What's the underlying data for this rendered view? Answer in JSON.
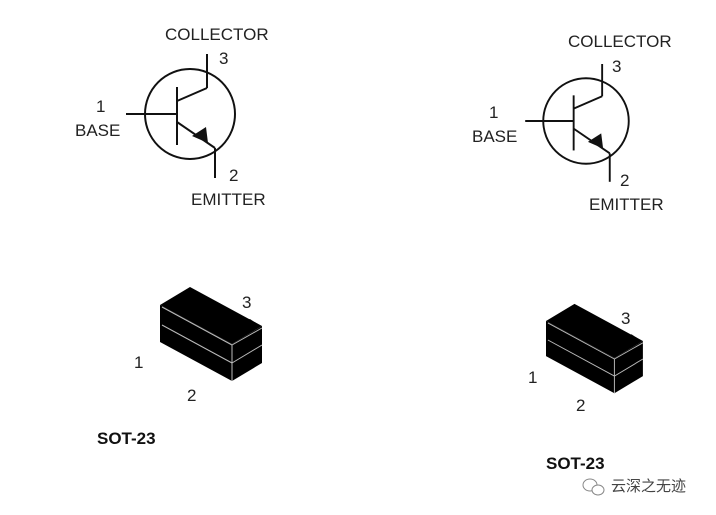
{
  "left": {
    "collector_label": "COLLECTOR",
    "collector_pin": "3",
    "base_pin": "1",
    "base_label": "BASE",
    "emitter_pin": "2",
    "emitter_label": "EMITTER",
    "package_pins": [
      "1",
      "2",
      "3"
    ],
    "package_name": "SOT-23"
  },
  "right": {
    "collector_label": "COLLECTOR",
    "collector_pin": "3",
    "base_pin": "1",
    "base_label": "BASE",
    "emitter_pin": "2",
    "emitter_label": "EMITTER",
    "package_pins": [
      "1",
      "2",
      "3"
    ],
    "package_name": "SOT-23"
  },
  "watermark": "云深之无迹",
  "colors": {
    "line": "#111111",
    "text": "#222222",
    "background": "#ffffff"
  }
}
